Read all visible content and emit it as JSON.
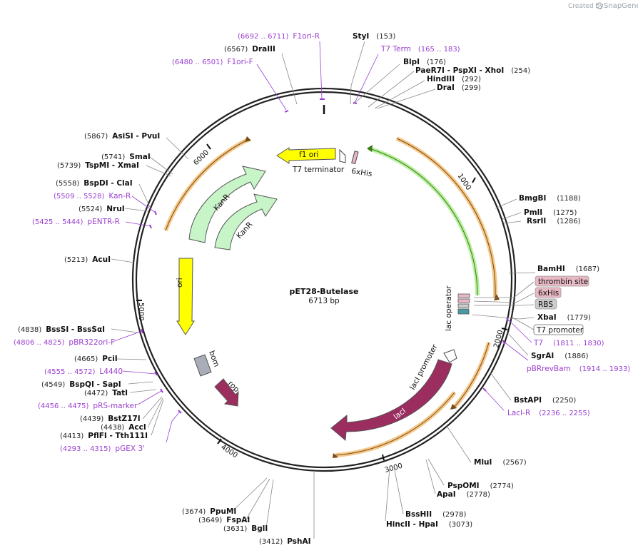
{
  "branding": {
    "created_by": "Created by",
    "product": "SnapGene"
  },
  "plasmid": {
    "name": "pET28-Butelase",
    "size_label": "6713 bp"
  },
  "ticks": [
    "1000",
    "2000",
    "3000",
    "4000",
    "5000",
    "6000"
  ],
  "sites": [
    {
      "name": "StyI",
      "pos": "(153)"
    },
    {
      "name": "BlpI",
      "pos": "(176)"
    },
    {
      "name": "PaeR7I   - PspXI   - XhoI",
      "pos": "(254)"
    },
    {
      "name": "HindIII",
      "pos": "(292)"
    },
    {
      "name": "DraI",
      "pos": "(299)"
    },
    {
      "name": "BmgBI",
      "pos": "(1188)"
    },
    {
      "name": "PmlI",
      "pos": "(1275)"
    },
    {
      "name": "RsrII",
      "pos": "(1286)"
    },
    {
      "name": "BamHI",
      "pos": "(1687)"
    },
    {
      "name": "XbaI",
      "pos": "(1779)"
    },
    {
      "name": "SgrAI",
      "pos": "(1886)"
    },
    {
      "name": "BstAPI",
      "pos": "(2250)"
    },
    {
      "name": "MluI",
      "pos": "(2567)"
    },
    {
      "name": "PspOMI",
      "pos": "(2774)"
    },
    {
      "name": "ApaI",
      "pos": "(2778)"
    },
    {
      "name": "BssHII",
      "pos": "(2978)"
    },
    {
      "name": "HincII   - HpaI",
      "pos": "(3073)"
    },
    {
      "name": "PshAI",
      "pos": "(3412)"
    },
    {
      "name": "BglI",
      "pos": "(3631)"
    },
    {
      "name": "FspAI",
      "pos": "(3649)"
    },
    {
      "name": "PpuMI",
      "pos": "(3674)"
    },
    {
      "name": "PflFI   - Tth111I",
      "pos": "(4413)"
    },
    {
      "name": "AccI",
      "pos": "(4438)"
    },
    {
      "name": "BstZ17I",
      "pos": "(4439)"
    },
    {
      "name": "TatI",
      "pos": "(4472)"
    },
    {
      "name": "BspQI   - SapI",
      "pos": "(4549)"
    },
    {
      "name": "PciI",
      "pos": "(4665)"
    },
    {
      "name": "BssSI   - BssSαI",
      "pos": "(4838)"
    },
    {
      "name": "AcuI",
      "pos": "(5213)"
    },
    {
      "name": "NruI",
      "pos": "(5524)"
    },
    {
      "name": "BspDI   - ClaI",
      "pos": "(5558)"
    },
    {
      "name": "TspMI   - XmaI",
      "pos": "(5739)"
    },
    {
      "name": "SmaI",
      "pos": "(5741)"
    },
    {
      "name": "AsiSI   - PvuI",
      "pos": "(5867)"
    },
    {
      "name": "DraIII",
      "pos": "(6567)"
    }
  ],
  "primers": [
    {
      "name": "F1ori-R",
      "pos": "(6692 .. 6711)"
    },
    {
      "name": "F1ori-F",
      "pos": "(6480 .. 6501)"
    },
    {
      "name": "T7 Term",
      "pos": "(165 .. 183)"
    },
    {
      "name": "Kan-R",
      "pos": "(5509 .. 5528)"
    },
    {
      "name": "pENTR-R",
      "pos": "(5425 .. 5444)"
    },
    {
      "name": "pBR322ori-F",
      "pos": "(4806 .. 4825)"
    },
    {
      "name": "L4440",
      "pos": "(4555 .. 4572)"
    },
    {
      "name": "pRS-marker",
      "pos": "(4456 .. 4475)"
    },
    {
      "name": "pGEX 3'",
      "pos": "(4293 .. 4315)"
    },
    {
      "name": "T7",
      "pos": "(1811 .. 1830)"
    },
    {
      "name": "pBRrevBam",
      "pos": "(1914 .. 1933)"
    },
    {
      "name": "LacI-R",
      "pos": "(2236 .. 2255)"
    }
  ],
  "boxed_features": [
    {
      "name": "thrombin site",
      "color": "#e8b8c4"
    },
    {
      "name": "6xHis",
      "color": "#e8b8c4"
    },
    {
      "name": "RBS",
      "color": "#cccccc"
    },
    {
      "name": "T7 promoter",
      "color": "#ffffff"
    }
  ],
  "features": {
    "f1_ori": "f1 ori",
    "t7_terminator": "T7 terminator",
    "his_tag": "6xHis",
    "kanr_outer": "KanR",
    "kanr_inner": "KanR",
    "ori": "ori",
    "bom": "bom",
    "rop": "rop",
    "lacI": "lacI",
    "lacI_promoter": "lacI promoter",
    "lac_operator": "lac operator"
  },
  "colors": {
    "backbone": "#222222",
    "primer": "#9a3fd0",
    "orf_orange": "#f5c88a",
    "orf_green": "#b8ef9c",
    "f1ori_yellow": "#ffff00",
    "kanr_green": "#c8f5c8",
    "lacI_maroon": "#9b2d5f",
    "bom_gray": "#a9adb8"
  }
}
